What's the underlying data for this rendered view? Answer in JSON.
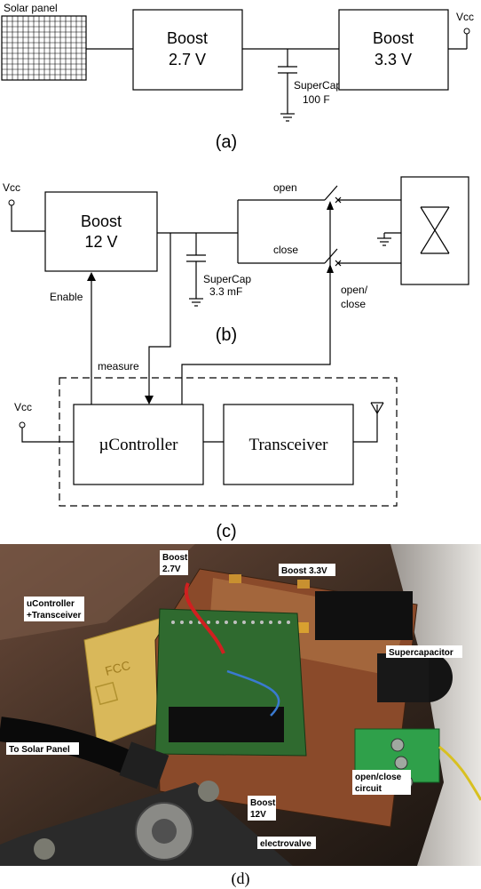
{
  "panel_a": {
    "solar_panel": "Solar panel",
    "boost1_line1": "Boost",
    "boost1_line2": "2.7 V",
    "boost2_line1": "Boost",
    "boost2_line2": "3.3 V",
    "supercap_line1": "SuperCap",
    "supercap_line2": "100 F",
    "vcc": "Vcc",
    "caption": "(a)"
  },
  "panel_b": {
    "vcc": "Vcc",
    "boost_line1": "Boost",
    "boost_line2": "12 V",
    "supercap_line1": "SuperCap",
    "supercap_line2": "3.3 mF",
    "open": "open",
    "close": "close",
    "open_close_line1": "open/",
    "open_close_line2": "close",
    "enable": "Enable",
    "caption": "(b)"
  },
  "panel_c": {
    "measure": "measure",
    "vcc": "Vcc",
    "ucontroller": "µController",
    "transceiver": "Transceiver",
    "caption": "(c)"
  },
  "panel_d": {
    "labels": {
      "boost27_line1": "Boost",
      "boost27_line2": "2.7V",
      "boost33": "Boost 3.3V",
      "uct_line1": "uController",
      "uct_line2": "+Transceiver",
      "supercapacitor": "Supercapacitor",
      "to_solar": "To Solar Panel",
      "openclose_line1": "open/close",
      "openclose_line2": "circuit",
      "boost12_line1": "Boost",
      "boost12_line2": "12V",
      "electrovalve": "electrovalve"
    },
    "chip_text": "FCC",
    "caption": "(d)"
  }
}
